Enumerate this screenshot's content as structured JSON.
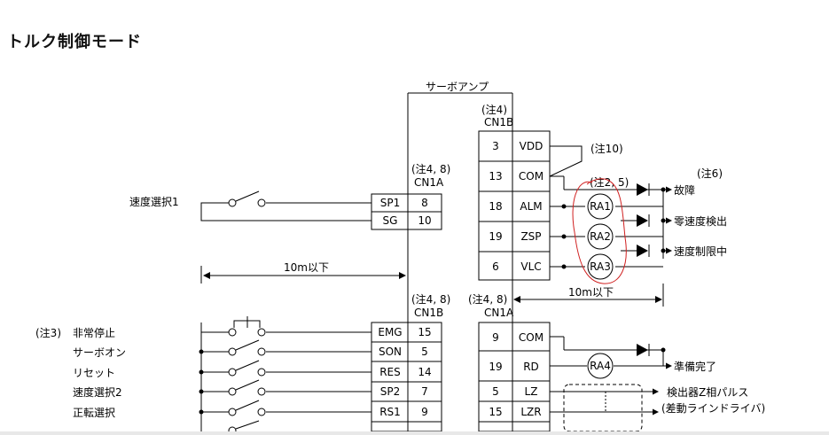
{
  "page_title": "トルク制御モード",
  "colors": {
    "annotation": "#d02020",
    "line": "#000000"
  },
  "amp": {
    "label": "サーボアンプ"
  },
  "note_cn1b_top": [
    "(注4)",
    "CN1B"
  ],
  "note_10": "(注10)",
  "note_6": "(注6)",
  "note_25": "(注2, 5)",
  "note_cn1a_left": [
    "(注4, 8)",
    "CN1A"
  ],
  "note_cn1b_left": [
    "(注4, 8)",
    "CN1B"
  ],
  "note_cn1a_right": [
    "(注4, 8)",
    "CN1A"
  ],
  "note_3": "(注3)",
  "dim_left": "10m以下",
  "dim_right": "10m以下",
  "cn1b_top_rows": [
    {
      "pin": "3",
      "sig": "VDD"
    },
    {
      "pin": "13",
      "sig": "COM"
    },
    {
      "pin": "18",
      "sig": "ALM"
    },
    {
      "pin": "19",
      "sig": "ZSP"
    },
    {
      "pin": "6",
      "sig": "VLC"
    }
  ],
  "relays": [
    "RA1",
    "RA2",
    "RA3",
    "RA4"
  ],
  "outputs": [
    "故障",
    "零速度検出",
    "速度制限中"
  ],
  "cn1a_top_rows": [
    {
      "sig": "SP1",
      "pin": "8"
    },
    {
      "sig": "SG",
      "pin": "10"
    }
  ],
  "speed_select_1": "速度選択1",
  "cn1b_left_rows": [
    {
      "sig": "EMG",
      "pin": "15",
      "label": "非常停止"
    },
    {
      "sig": "SON",
      "pin": "5",
      "label": "サーボオン"
    },
    {
      "sig": "RES",
      "pin": "14",
      "label": "リセット"
    },
    {
      "sig": "SP2",
      "pin": "7",
      "label": "速度選択2"
    },
    {
      "sig": "RS1",
      "pin": "9",
      "label": "正転選択"
    }
  ],
  "cn1a_right_rows": [
    {
      "pin": "9",
      "sig": "COM"
    },
    {
      "pin": "19",
      "sig": "RD"
    },
    {
      "pin": "5",
      "sig": "LZ"
    },
    {
      "pin": "15",
      "sig": "LZR"
    }
  ],
  "ready": "準備完了",
  "encoder_z_1": "検出器Z相パルス",
  "encoder_z_2": "(差動ラインドライバ)"
}
